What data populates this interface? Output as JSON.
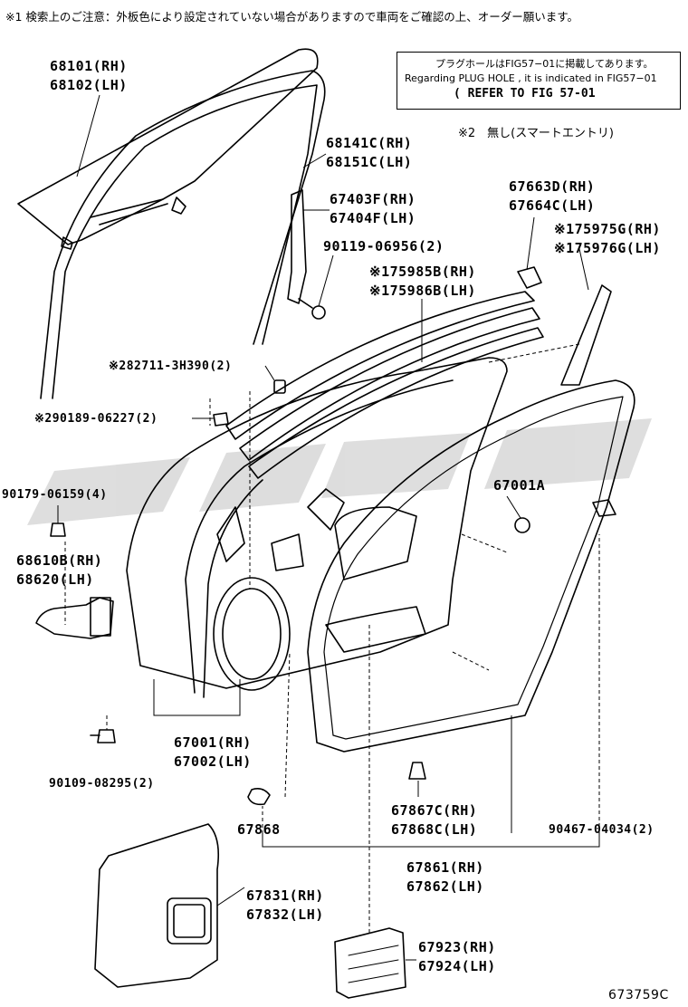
{
  "header_note": "※1 検索上のご注意：外板色により設定されていない場合がありますので車両をご確認の上、オーダー願います。",
  "plug_box": {
    "line1": "プラグホールはFIG57−01に掲載してあります。",
    "line2": "Regarding PLUG HOLE , it is indicated in FIG57−01",
    "line3": "( REFER TO FIG 57-01"
  },
  "note2": "※2　無し(スマートエントリ)",
  "parts": {
    "p68101": "68101(RH)",
    "p68102": "68102(LH)",
    "p68141": "68141C(RH)",
    "p68151": "68151C(LH)",
    "p67403": "67403F(RH)",
    "p67404": "67404F(LH)",
    "p90119": "90119-06956(2)",
    "p67663": "67663D(RH)",
    "p67664": "67664C(LH)",
    "p75975": "※175975G(RH)",
    "p75976": "※175976G(LH)",
    "p75985": "※175985B(RH)",
    "p75986": "※175986B(LH)",
    "p82711": "※282711-3H390(2)",
    "p90189": "※290189-06227(2)",
    "p90179": "90179-06159(4)",
    "p67001A": "67001A",
    "p68610": "68610B(RH)",
    "p68620": "68620(LH)",
    "p67001": "67001(RH)",
    "p67002": "67002(LH)",
    "p90109": "90109-08295(2)",
    "p67868": "67868",
    "p67867c": "67867C(RH)",
    "p67868c": "67868C(LH)",
    "p90467": "90467-04034(2)",
    "p67861": "67861(RH)",
    "p67862": "67862(LH)",
    "p67831": "67831(RH)",
    "p67832": "67832(LH)",
    "p67923": "67923(RH)",
    "p67924": "67924(LH)"
  },
  "figure_code": "673759C"
}
